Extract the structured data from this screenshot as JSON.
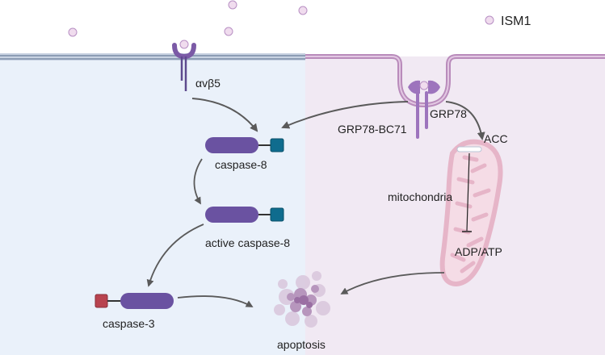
{
  "colors": {
    "background": "#ffffff",
    "left_cell": "#eaf1fa",
    "right_cell": "#f1e9f3",
    "left_membrane": "#8d9db5",
    "right_membrane": "#b98bbb",
    "receptor": "#7b5aa6",
    "receptor_light": "#9d74bd",
    "caspase_body": "#6a52a1",
    "caspase8_domain": "#0f6c8e",
    "caspase3_domain": "#b8434f",
    "ligand_fill": "#f0dcee",
    "ligand_stroke": "#b890c4",
    "mito_fill": "#f5dce6",
    "mito_stroke": "#e6b5c8",
    "arrow": "#5a5a5a"
  },
  "legend": {
    "ligand_label": "ISM1"
  },
  "labels": {
    "integrin": "αvβ5",
    "grp78": "GRP78",
    "grp78_bc71": "GRP78-BC71",
    "acc": "ACC",
    "mitochondria": "mitochondria",
    "adp_atp": "ADP/ATP",
    "caspase8": "caspase-8",
    "active_caspase8": "active caspase-8",
    "caspase3": "caspase-3",
    "apoptosis": "apoptosis"
  }
}
